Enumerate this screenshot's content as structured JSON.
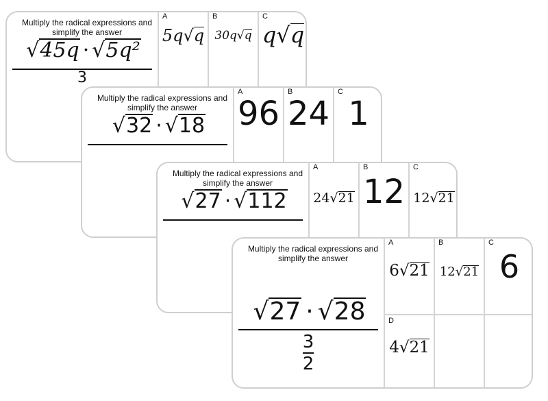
{
  "cards": [
    {
      "prompt": "Multiply the radical expressions and simplify the answer",
      "expr": {
        "r1": "45q",
        "r2": "5q²",
        "den": "3"
      },
      "answers": [
        {
          "label": "A",
          "coef": "5q",
          "radicand": "q"
        },
        {
          "label": "B",
          "coef": "30q",
          "radicand": "q"
        },
        {
          "label": "C",
          "coef": "q",
          "radicand": "q"
        }
      ]
    },
    {
      "prompt": "Multiply the radical expressions and simplify the answer",
      "expr": {
        "r1": "32",
        "r2": "18"
      },
      "answers": [
        {
          "label": "A",
          "value": "96"
        },
        {
          "label": "B",
          "value": "24"
        },
        {
          "label": "C",
          "value": "1"
        }
      ]
    },
    {
      "prompt": "Multiply the radical expressions and simplify the answer",
      "expr": {
        "r1": "27",
        "r2": "112"
      },
      "answers": [
        {
          "label": "A",
          "coef": "24",
          "radicand": "21"
        },
        {
          "label": "B",
          "value": "12"
        },
        {
          "label": "C",
          "coef": "12",
          "radicand": "21"
        }
      ]
    },
    {
      "prompt": "Multiply the radical expressions and simplify the answer",
      "expr": {
        "r1": "27",
        "r2": "28",
        "den_num": "3",
        "den_den": "2"
      },
      "answers": [
        {
          "label": "A",
          "coef": "6",
          "radicand": "21"
        },
        {
          "label": "B",
          "coef": "12",
          "radicand": "21"
        },
        {
          "label": "C",
          "value": "6"
        },
        {
          "label": "D",
          "coef": "4",
          "radicand": "21"
        }
      ]
    }
  ],
  "symbols": {
    "sqrt": "√",
    "dot": "·"
  }
}
